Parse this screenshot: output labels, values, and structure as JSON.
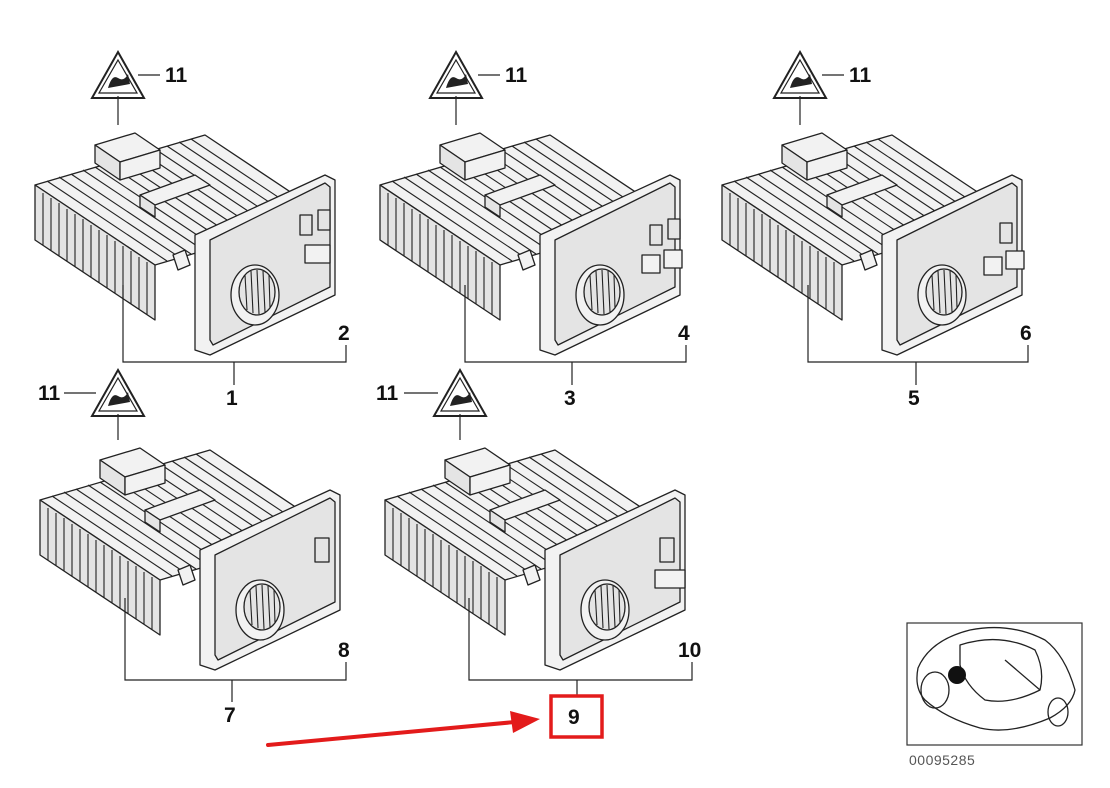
{
  "diagram": {
    "units": [
      {
        "id": "unit-1",
        "assembly": "1",
        "cover": "2",
        "warning": "11",
        "buttons": "two-switches-one-button"
      },
      {
        "id": "unit-3",
        "assembly": "3",
        "cover": "4",
        "warning": "11",
        "buttons": "two-switches-two-buttons"
      },
      {
        "id": "unit-5",
        "assembly": "5",
        "cover": "6",
        "warning": "11",
        "buttons": "one-switch-two-buttons"
      },
      {
        "id": "unit-7",
        "assembly": "7",
        "cover": "8",
        "warning": "11",
        "buttons": "one-switch"
      },
      {
        "id": "unit-9",
        "assembly": "9",
        "cover": "10",
        "warning": "11",
        "buttons": "one-switch-one-button"
      }
    ],
    "highlight": {
      "label": "9",
      "color": "#e31b1b"
    },
    "arrow_color": "#e31b1b",
    "inset_ref": "00095285",
    "accent": "#e31b1b"
  }
}
